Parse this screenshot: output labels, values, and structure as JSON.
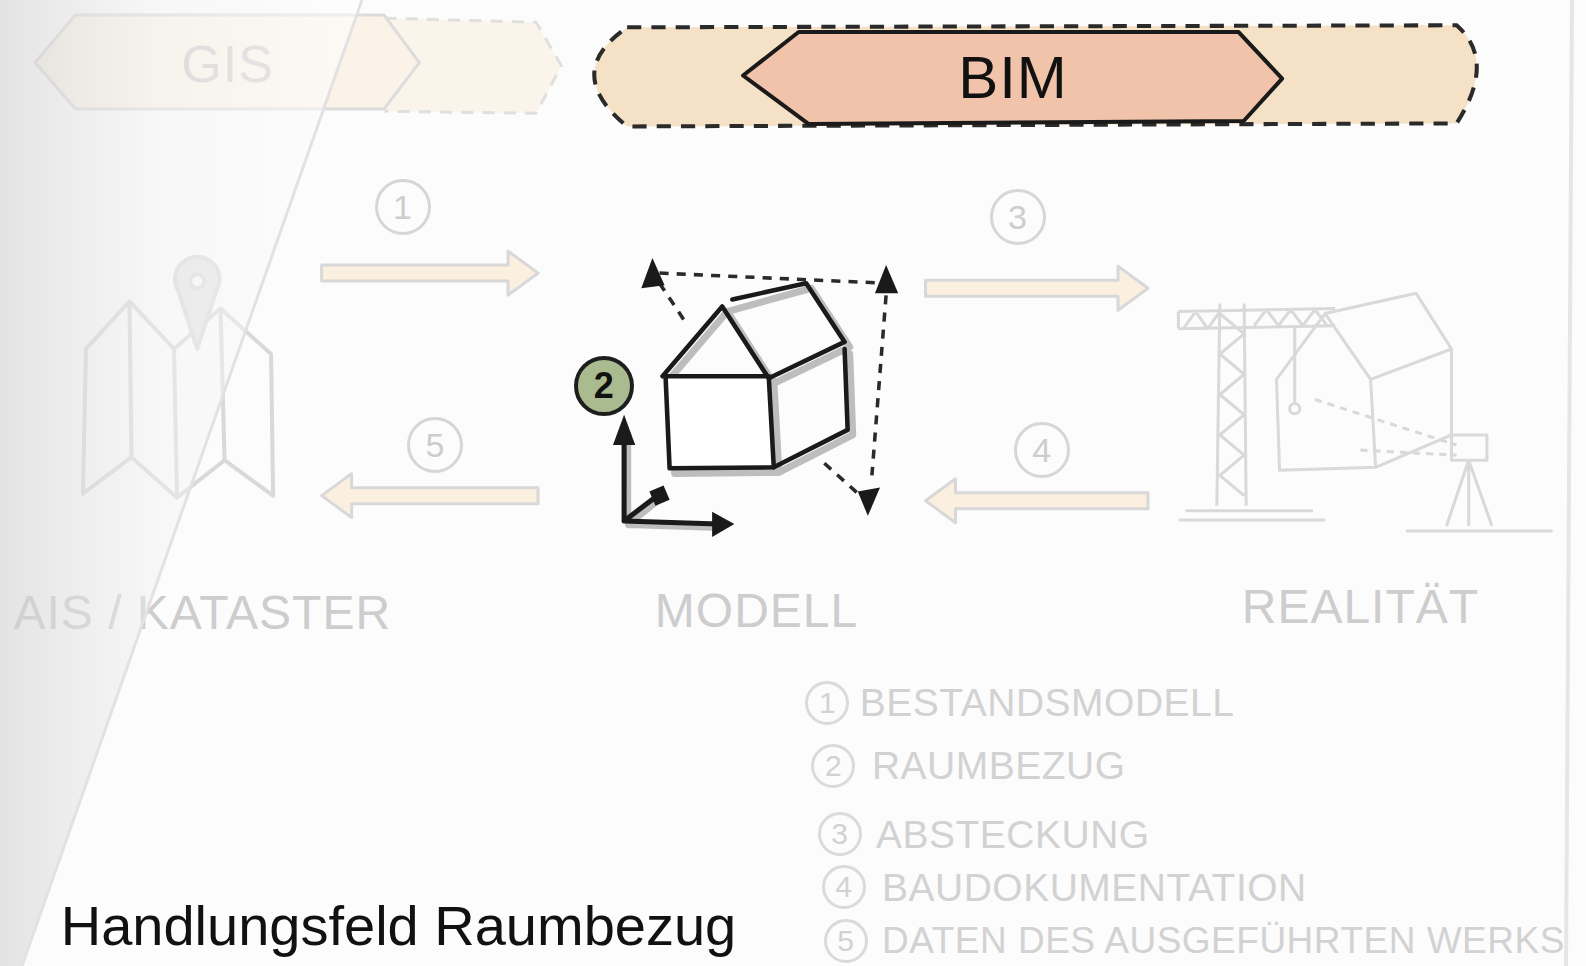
{
  "diagram": {
    "title": "Handlungsfeld Raumbezug",
    "nodes": [
      {
        "text": [
          "GIS"
        ]
      },
      {
        "text": [
          "BIM"
        ]
      },
      {
        "text": [
          "AIS / KATASTER"
        ]
      },
      {
        "text": [
          "MODELL"
        ]
      },
      {
        "text": [
          "REALITÄT"
        ]
      }
    ],
    "edges": [
      {
        "from": 2,
        "to": 3,
        "arrow": "to",
        "label": "1"
      },
      {
        "from": 3,
        "to": 2,
        "arrow": "to",
        "label": "5"
      },
      {
        "from": 3,
        "to": 4,
        "arrow": "to",
        "label": "3"
      },
      {
        "from": 4,
        "to": 3,
        "arrow": "to",
        "label": "4"
      }
    ],
    "labels": [
      "2",
      "1",
      "BESTANDSMODELL",
      "2",
      "RAUMBEZUG",
      "3",
      "ABSTECKUNG",
      "4",
      "BAUDOKUMENTATION",
      "5",
      "DATEN DES AUSGEFÜHRTEN WERKS"
    ]
  }
}
